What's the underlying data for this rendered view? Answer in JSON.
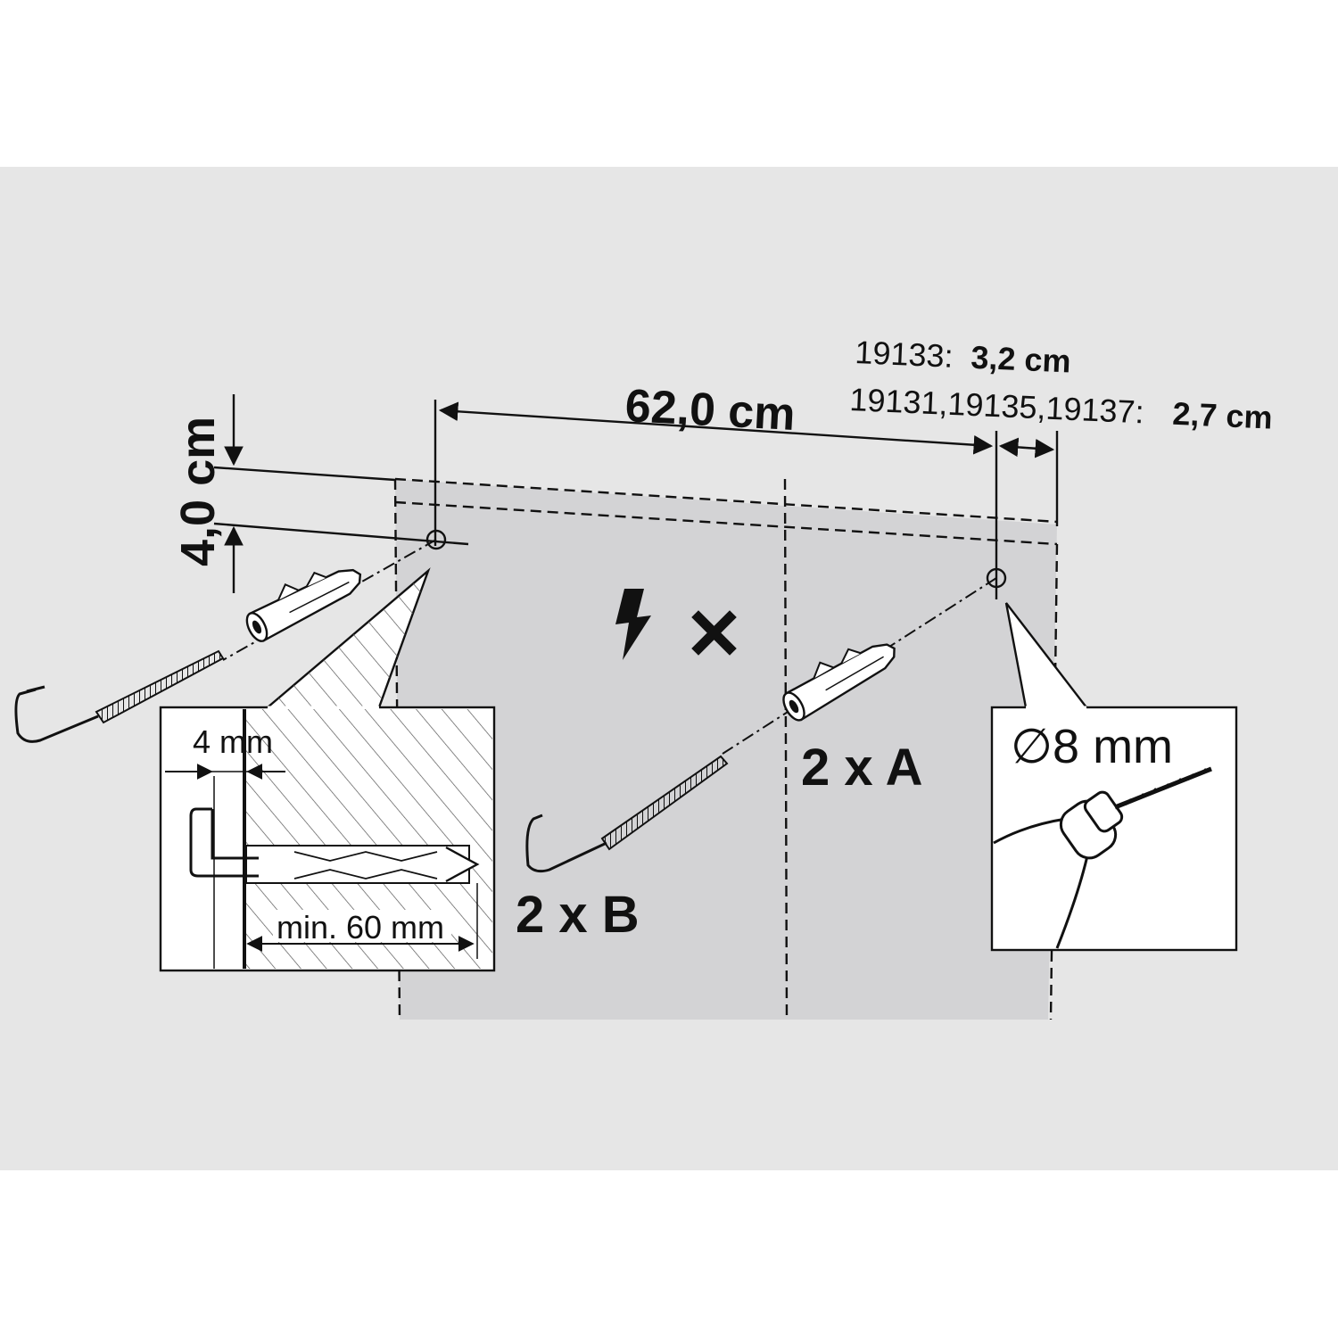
{
  "colors": {
    "page": "#ffffff",
    "panel": "#e6e6e6",
    "wall": "#d3d3d5",
    "ink": "#111111"
  },
  "dimensions": {
    "horizontal_spacing": "62,0 cm",
    "vertical_offset": "4,0 cm",
    "model_line_1_prefix": "19133:",
    "model_line_1_value": "3,2 cm",
    "model_line_2_prefix": "19131,19135,19137:",
    "model_line_2_value": "2,7 cm"
  },
  "detail_section": {
    "gap_label": "4 mm",
    "depth_label": "min. 60 mm"
  },
  "parts": {
    "anchor_label": "2 x A",
    "hook_label": "2 x B"
  },
  "drill": {
    "diameter_label": "∅8 mm"
  },
  "icons": [
    "electric-hazard-icon",
    "forbidden-x-icon",
    "drill-icon",
    "wall-plug-icon",
    "screw-hook-icon"
  ]
}
